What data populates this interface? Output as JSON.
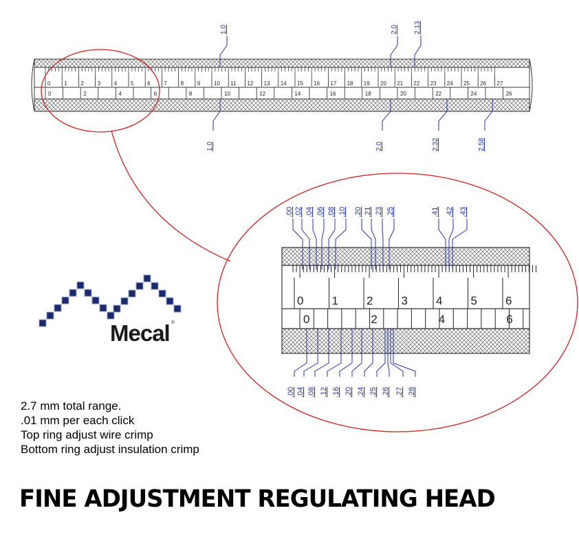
{
  "scale": {
    "top_numbers": [
      "0",
      "1",
      "2",
      "3",
      "4",
      "5",
      "6",
      "7",
      "8",
      "9",
      "10",
      "11",
      "12",
      "13",
      "14",
      "15",
      "16",
      "17",
      "18",
      "19",
      "20",
      "21",
      "22",
      "23",
      "24",
      "25",
      "26",
      "27"
    ],
    "bottom_numbers": [
      "0",
      "2",
      "4",
      "6",
      "8",
      "10",
      "12",
      "14",
      "16",
      "18",
      "20",
      "22",
      "24",
      "26"
    ],
    "callouts_above": [
      "1.0",
      "2.0",
      "2.13"
    ],
    "callouts_below": [
      "1.0",
      "2.0",
      "2.32",
      "2.58"
    ]
  },
  "zoom": {
    "top_numbers": [
      "0",
      "1",
      "2",
      "3",
      "4",
      "5",
      "6"
    ],
    "bottom_numbers": [
      "0",
      "2",
      "4",
      "6"
    ],
    "callouts_above": [
      ".00",
      ".02",
      ".04",
      ".06",
      ".08",
      ".10",
      ".20",
      ".21",
      ".23",
      ".25",
      ".41",
      ".42",
      ".43"
    ],
    "callouts_below": [
      ".00",
      ".04",
      ".08",
      ".12",
      ".16",
      ".20",
      ".24",
      ".25",
      ".26",
      ".27",
      ".28"
    ]
  },
  "logo": {
    "text": "Mecal",
    "mark": "®"
  },
  "notes": [
    "2.7 mm total range.",
    ".01 mm per each click",
    "Top ring adjust wire crimp",
    "Bottom ring adjust insulation crimp"
  ],
  "headline": "FINE ADJUSTMENT REGULATING HEAD",
  "colors": {
    "callout": "#2233aa",
    "circle": "#d02020",
    "logo": "#1a2a6a",
    "ink": "#222222"
  }
}
